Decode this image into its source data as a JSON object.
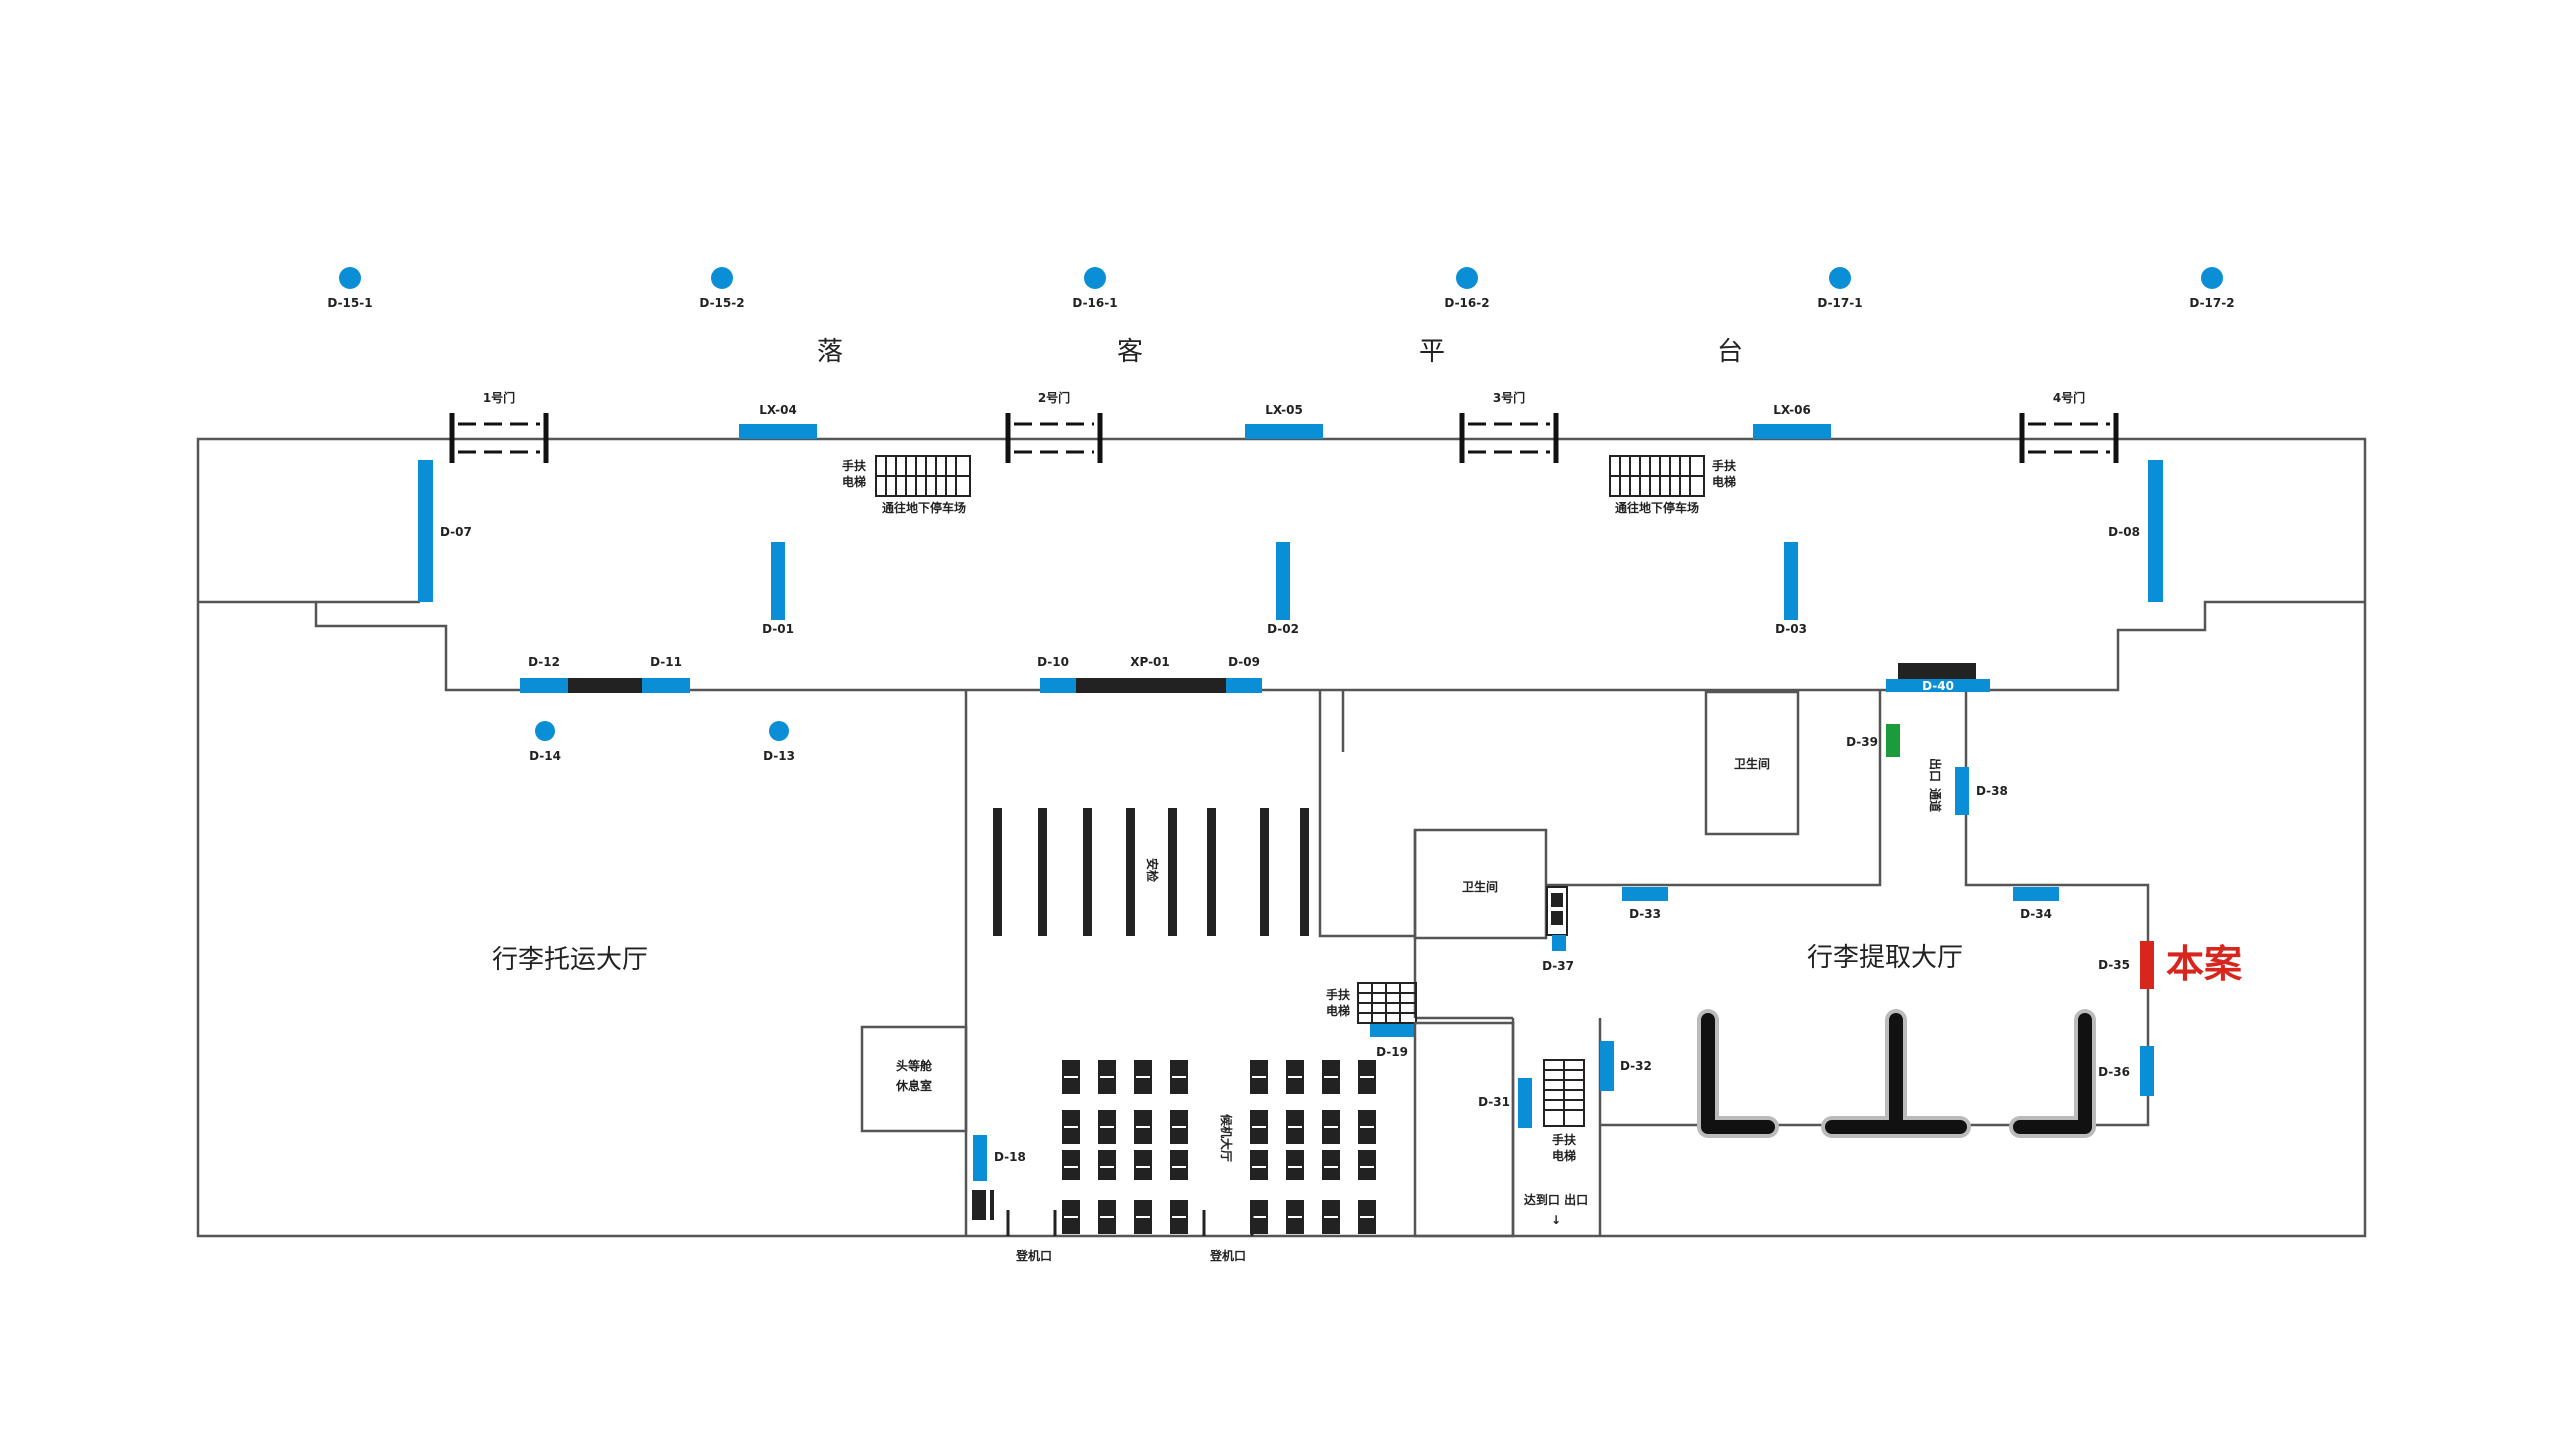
{
  "platform": {
    "chars": [
      "落",
      "客",
      "平",
      "台"
    ],
    "columns": [
      "D-15-1",
      "D-15-2",
      "D-16-1",
      "D-16-2",
      "D-17-1",
      "D-17-2"
    ]
  },
  "doors": [
    "1号门",
    "2号门",
    "3号门",
    "4号门"
  ],
  "ad_spots": {
    "lx04": "LX-04",
    "lx05": "LX-05",
    "lx06": "LX-06",
    "d07": "D-07",
    "d08": "D-08",
    "d01": "D-01",
    "d02": "D-02",
    "d03": "D-03",
    "d12": "D-12",
    "d11": "D-11",
    "d10": "D-10",
    "xp01": "XP-01",
    "d09": "D-09",
    "d40": "D-40",
    "d14": "D-14",
    "d13": "D-13",
    "d39": "D-39",
    "d38": "D-38",
    "d33": "D-33",
    "d34": "D-34",
    "d37": "D-37",
    "d35": "D-35",
    "d36": "D-36",
    "d19": "D-19",
    "d31": "D-31",
    "d32": "D-32",
    "d18": "D-18"
  },
  "areas": {
    "checkin_hall": "行李托运大厅",
    "baggage_claim_hall": "行李提取大厅",
    "security": "安检",
    "waiting_hall": "候机大厅",
    "restroom": "卫生间",
    "first_class_lounge_l1": "头等舱",
    "first_class_lounge_l2": "休息室",
    "exit_channel_l1": "出口",
    "exit_channel_l2": "通道",
    "boarding_gate": "登机口",
    "arrival_exit": "达到口 出口"
  },
  "escalators": {
    "label_l1": "手扶",
    "label_l2": "电梯",
    "parking_note": "通往地下停车场"
  },
  "highlight": {
    "label": "本案",
    "color": "#d7261e"
  },
  "colors": {
    "ad_blue": "#0a8fd6",
    "wall": "#555555",
    "green_spot": "#1c9b3c",
    "dark": "#222222"
  }
}
